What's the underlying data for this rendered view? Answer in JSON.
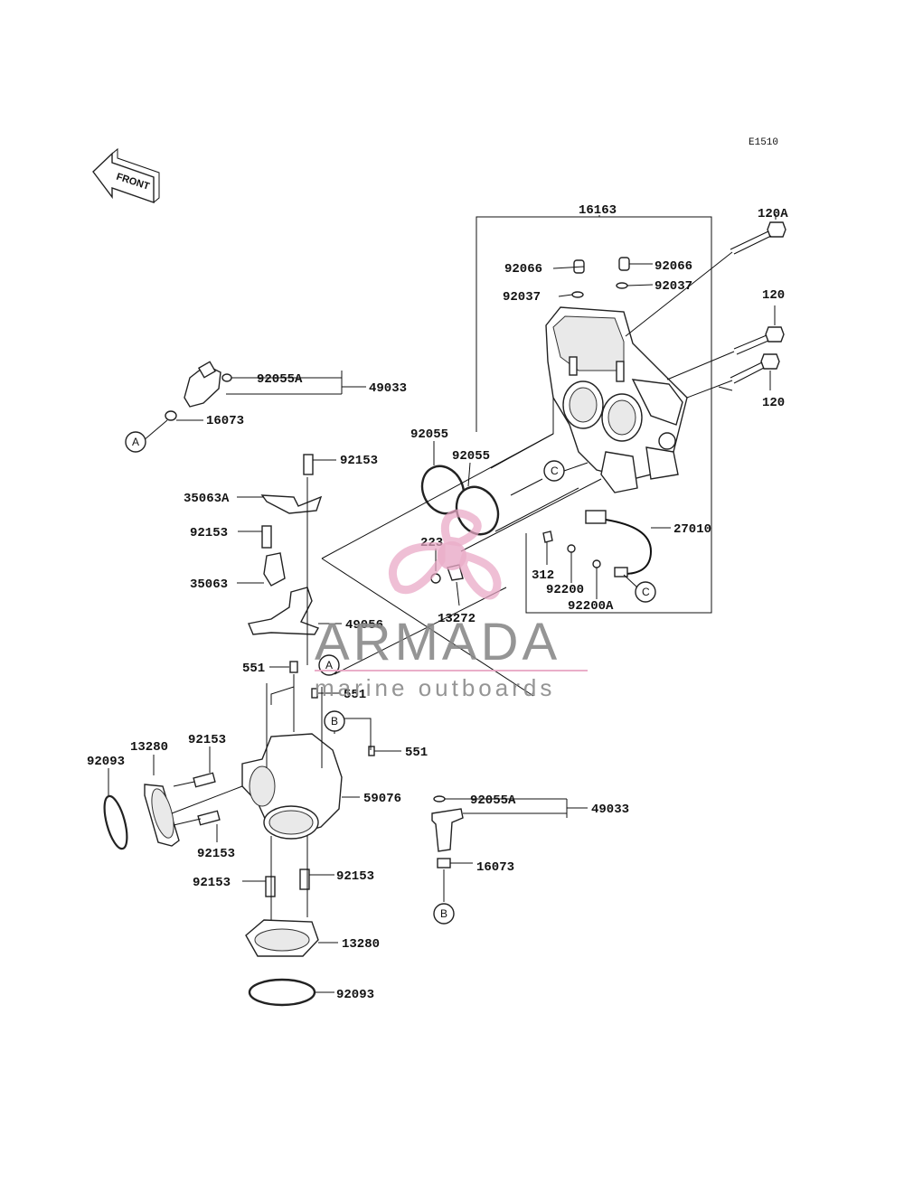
{
  "diagram_code": "E1510",
  "direction_label": "FRONT",
  "watermark": {
    "brand": "ARMADA",
    "tagline": "marine outboards",
    "brand_color": "#e8a6c4",
    "text_color": "#8a8a8a"
  },
  "part_labels": {
    "p16163": "16163",
    "p120A": "120A",
    "p120_upper": "120",
    "p120_lower": "120",
    "p92066_left": "92066",
    "p92066_right": "92066",
    "p92037_left": "92037",
    "p92037_right": "92037",
    "p92055A_top": "92055A",
    "p49033_top": "49033",
    "p16073_top": "16073",
    "p92055_left": "92055",
    "p92055_right": "92055",
    "p92153_a": "92153",
    "p35063A": "35063A",
    "p92153_b": "92153",
    "p35063": "35063",
    "p223": "223",
    "p13272": "13272",
    "p27010": "27010",
    "p312": "312",
    "p92200": "92200",
    "p92200A": "92200A",
    "p49056": "49056",
    "p551_a": "551",
    "p551_b": "551",
    "p551_c": "551",
    "p13280_left": "13280",
    "p92093_left": "92093",
    "p92153_c": "92153",
    "p92153_d": "92153",
    "p59076": "59076",
    "p92055A_bottom": "92055A",
    "p49033_bottom": "49033",
    "p16073_bottom": "16073",
    "p92153_e": "92153",
    "p92153_f": "92153",
    "p13280_bottom": "13280",
    "p92093_bottom": "92093"
  },
  "reference_markers": {
    "a_top": "A",
    "a_mid": "A",
    "b_mid": "B",
    "b_bottom": "B",
    "c_upper": "C",
    "c_lower": "C"
  }
}
